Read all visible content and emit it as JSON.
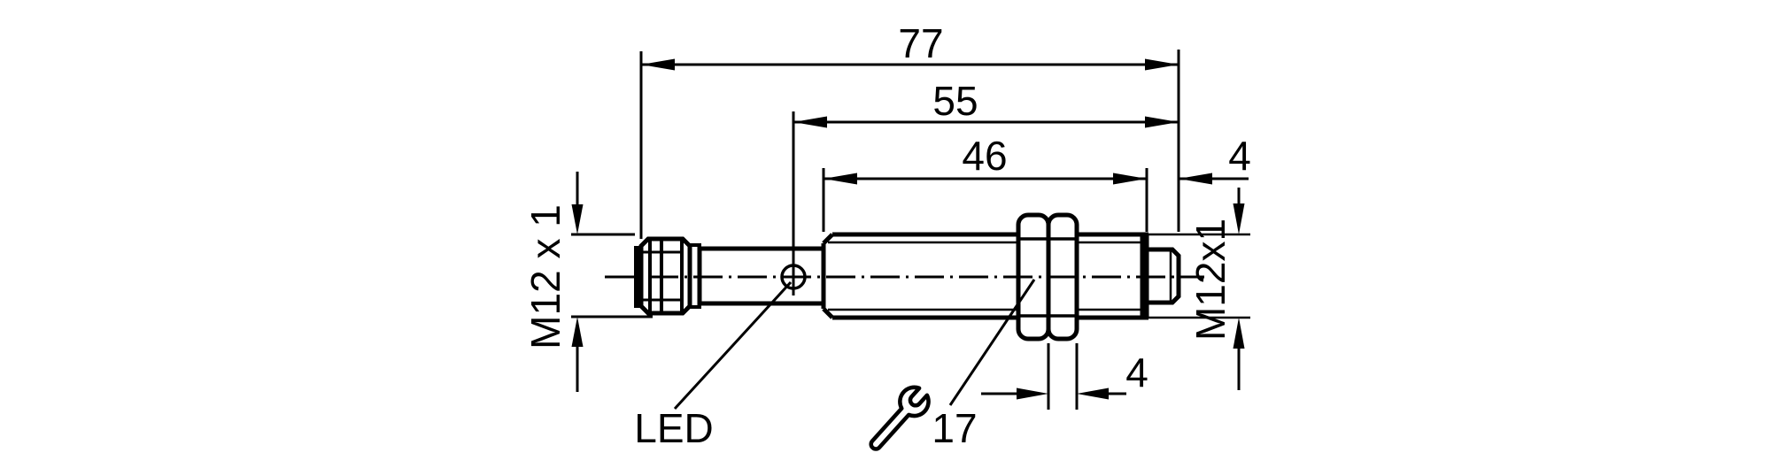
{
  "drawing": {
    "type": "technical-dimension-drawing",
    "subject": "M12 cylindrical inductive sensor, side view",
    "background_color": "#ffffff",
    "line_color": "#000000",
    "labels": {
      "total_length": "77",
      "length_to_led": "55",
      "thread_length": "46",
      "tip_length": "4",
      "nut_thickness": "4",
      "connector_thread": "M12 x 1",
      "mounting_thread": "M12x1",
      "wrench_size": "17",
      "led": "LED"
    }
  }
}
